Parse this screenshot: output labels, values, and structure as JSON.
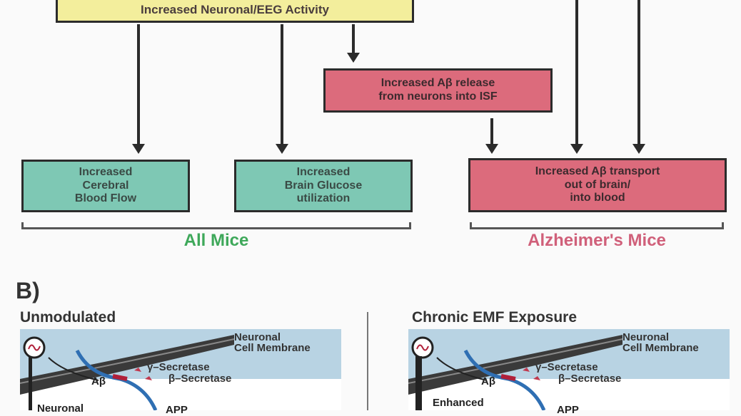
{
  "top_box": "Increased Neuronal/EEG Activity",
  "release_box": "Increased Aβ release\nfrom neurons into ISF",
  "cbf_box": "Increased\nCerebral\nBlood Flow",
  "glucose_box": "Increased\nBrain Glucose\nutilization",
  "transport_box": "Increased Aβ transport\nout of  brain/\ninto blood",
  "group_all": "All Mice",
  "group_alz": "Alzheimer's Mice",
  "section_b": "B)",
  "panel_left": {
    "title": "Unmodulated",
    "membrane": "Neuronal\nCell Membrane",
    "gamma": "γ–Secretase",
    "beta": "β–Secretase",
    "abeta": "Aβ",
    "bottom_left": "Neuronal",
    "app": "APP"
  },
  "panel_right": {
    "title": "Chronic EMF Exposure",
    "membrane": "Neuronal\nCell Membrane",
    "gamma": "γ–Secretase",
    "beta": "β–Secretase",
    "abeta": "Aβ",
    "bottom_left": "Enhanced",
    "app": "APP"
  },
  "colors": {
    "yellow": "#f3ee9c",
    "pink": "#dc6b7c",
    "teal": "#7ec8b4",
    "green_label": "#3ea85a",
    "pink_label": "#d0607a"
  }
}
